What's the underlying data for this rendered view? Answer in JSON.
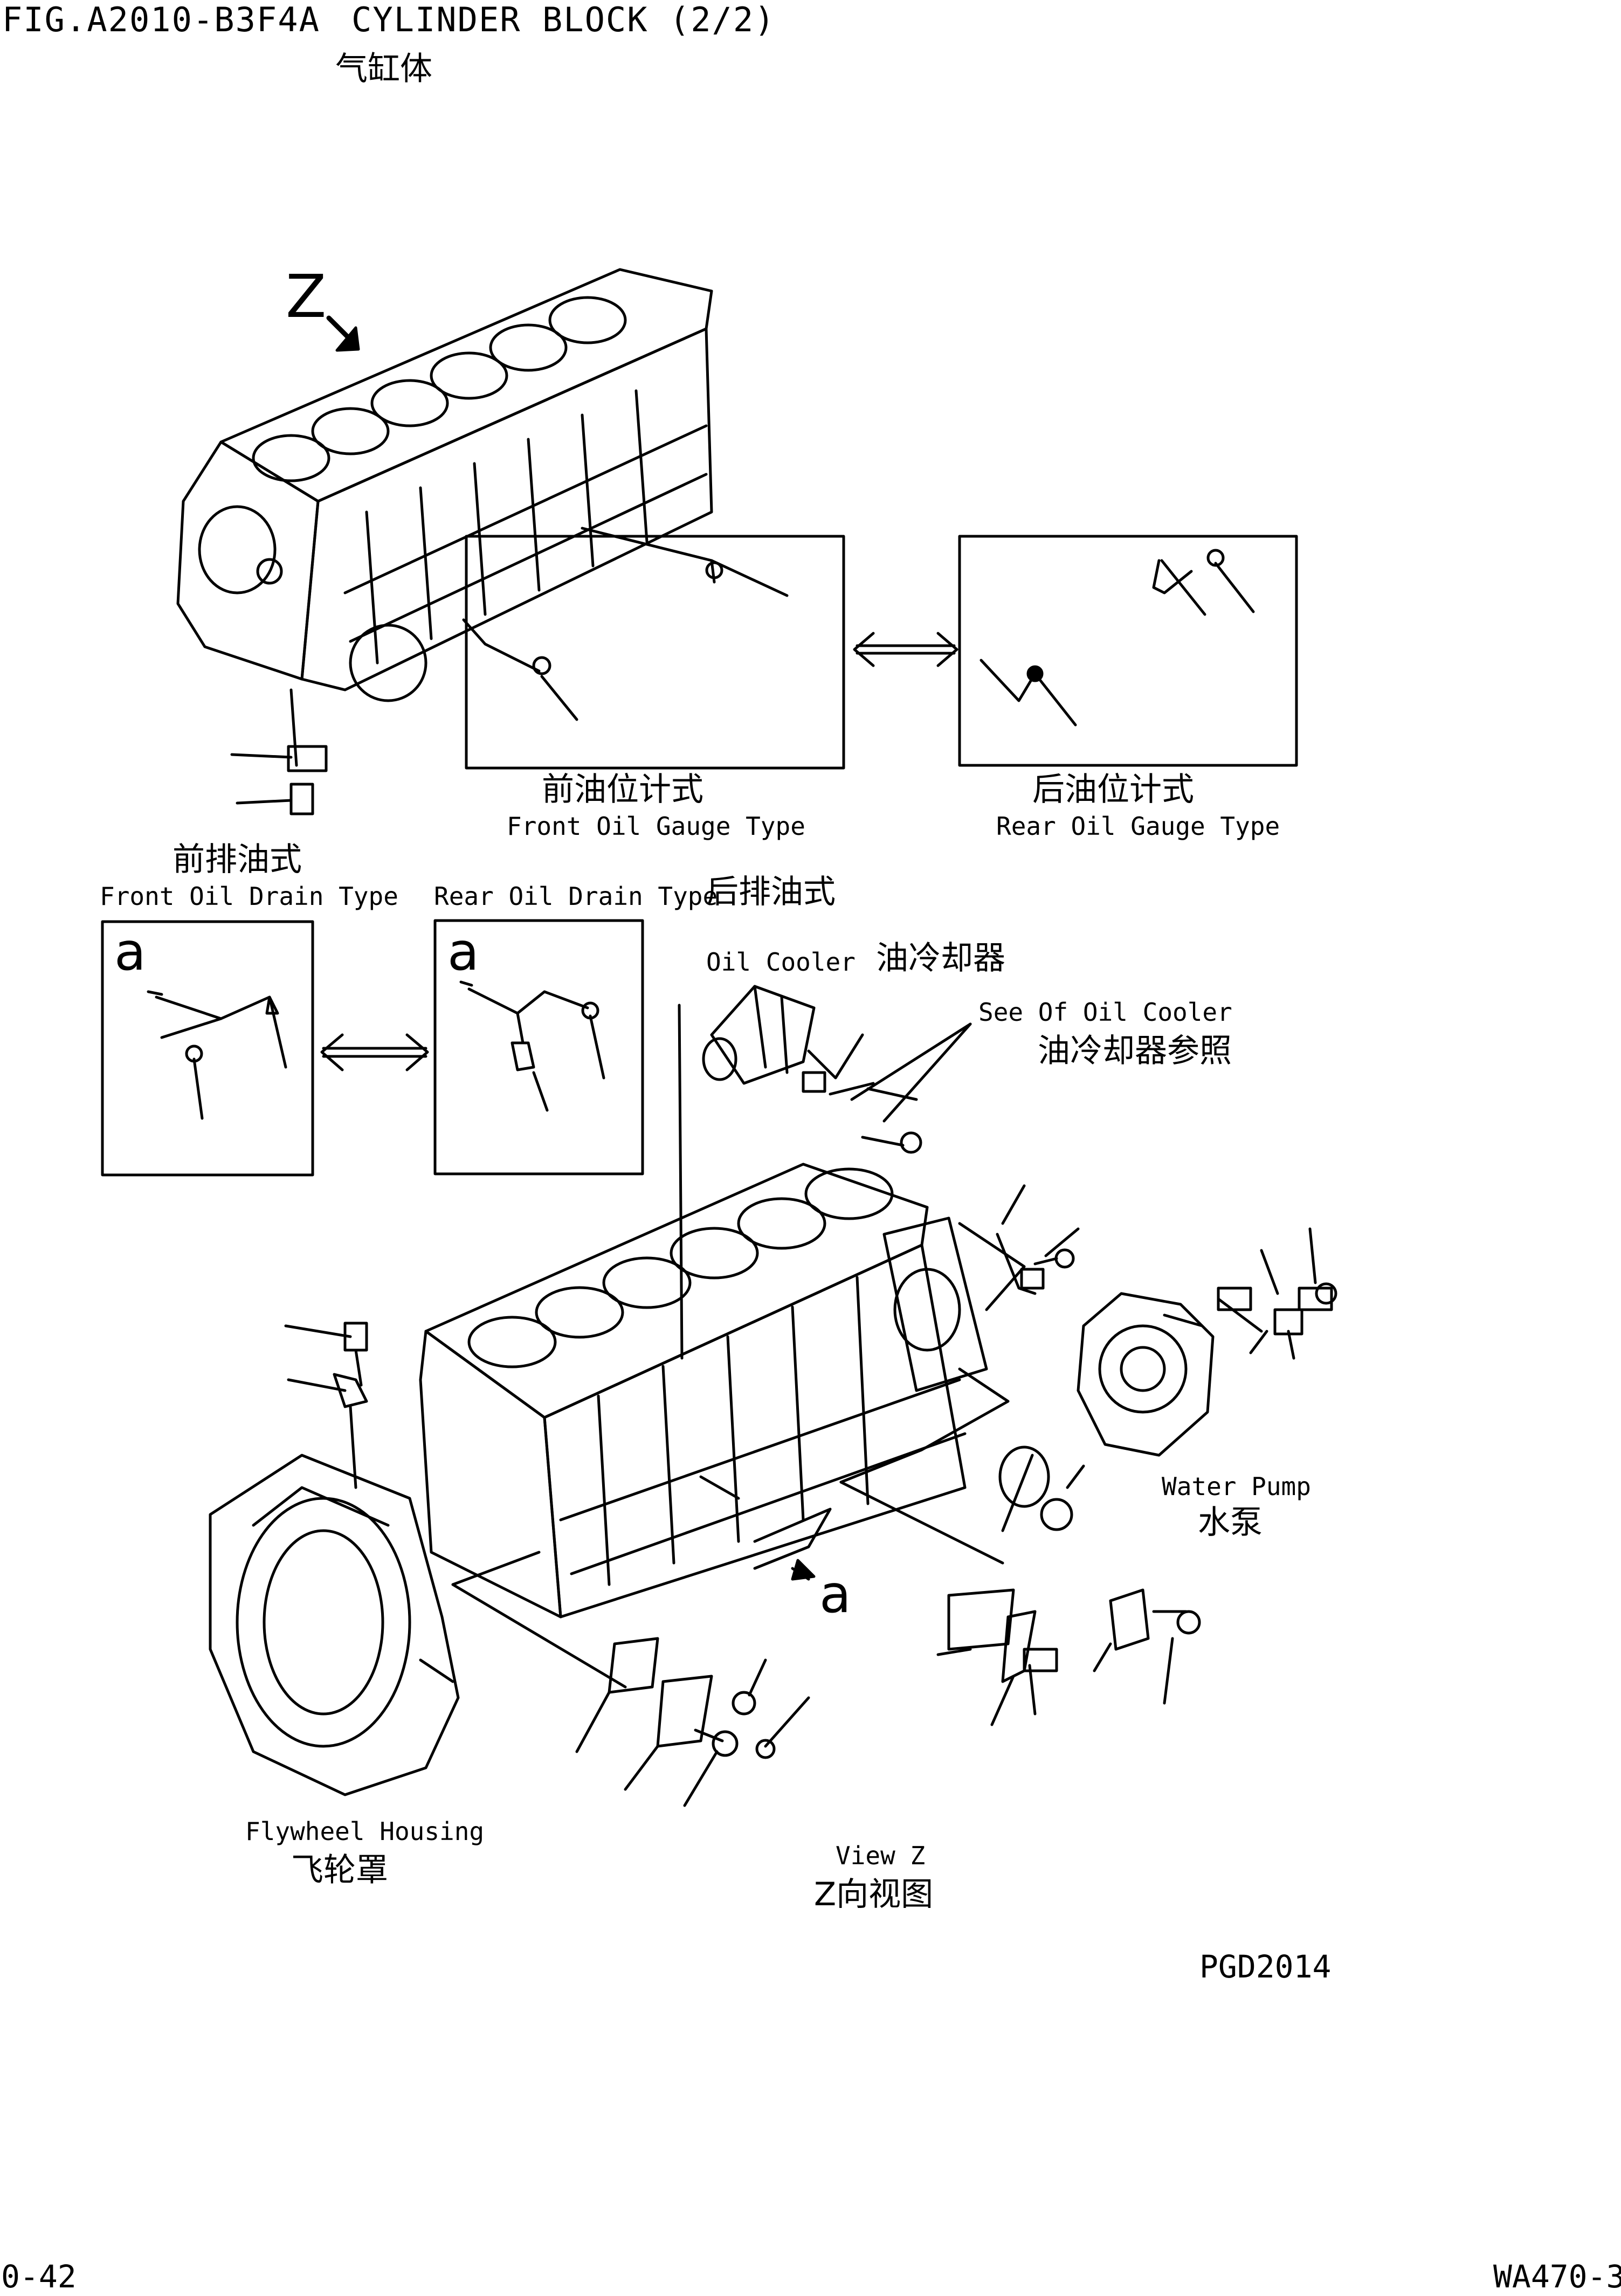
{
  "header": {
    "fig_code": "FIG.A2010-B3F4A",
    "title": "CYLINDER BLOCK (2/2)",
    "title_cn": "气缸体"
  },
  "labels": {
    "view_arrow": "Z",
    "front_gauge_cn": "前油位计式",
    "front_gauge_en": "Front Oil Gauge Type",
    "rear_gauge_cn": "后油位计式",
    "rear_gauge_en": "Rear Oil Gauge Type",
    "front_drain_cn": "前排油式",
    "front_drain_en": "Front Oil Drain Type",
    "rear_drain_en": "Rear Oil Drain Type",
    "rear_drain_cn": "后排油式",
    "callout_a_1": "a",
    "callout_a_2": "a",
    "callout_a_3": "a",
    "oil_cooler_en": "Oil Cooler",
    "oil_cooler_cn": "油冷却器",
    "see_oil_cooler_en": "See Of Oil Cooler",
    "see_oil_cooler_cn": "油冷却器参照",
    "water_pump_en": "Water Pump",
    "water_pump_cn": "水泵",
    "flywheel_en": "Flywheel Housing",
    "flywheel_cn": "飞轮罩",
    "view_z_en": "View Z",
    "view_z_cn": "Z向视图"
  },
  "footer": {
    "drawing_no": "PGD2014",
    "page": "0-42",
    "model": "WA470-3"
  }
}
